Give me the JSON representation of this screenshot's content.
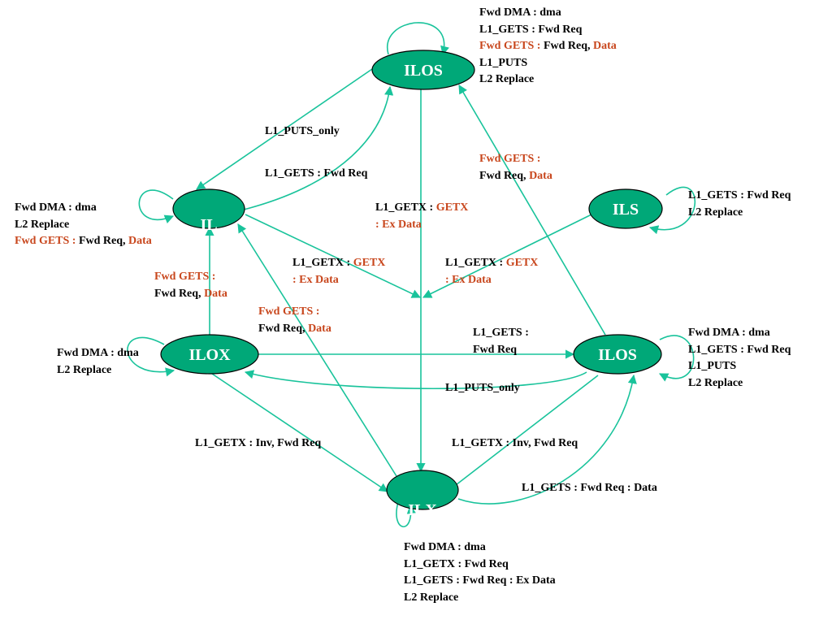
{
  "colors": {
    "node_fill": "#00a878",
    "edge": "#19c39b",
    "text": "#000000",
    "accent_text": "#c8461c",
    "background": "#ffffff"
  },
  "nodes": {
    "ilos_top": "ILOS",
    "il": "IL",
    "ils": "ILS",
    "ilox": "ILOX",
    "ilos_right": "ILOS",
    "ilx": "ILX"
  },
  "labels": {
    "ilos_top_self": [
      "Fwd DMA  : dma",
      "L1_GETS  : Fwd Req",
      "Fwd GETS : Fwd Req, Data",
      "L1_PUTS",
      "L2 Replace"
    ],
    "il_to_ilos_top": "L1_GETS : Fwd Req",
    "ilos_top_to_il": "L1_PUTS_only",
    "il_self": [
      "Fwd DMA  : dma",
      "L2 Replace",
      "Fwd GETS : Fwd Req, Data"
    ],
    "ilos_right_to_ilos_top": [
      "Fwd GETS :",
      "Fwd Req, Data"
    ],
    "ils_self": [
      "L1_GETS : Fwd Req",
      "L2 Replace"
    ],
    "ilos_top_to_ilx": [
      "L1_GETX : GETX",
      ": Ex Data"
    ],
    "il_to_ilx": [
      "L1_GETX : GETX",
      ": Ex Data"
    ],
    "ils_to_ilx": [
      "L1_GETX : GETX",
      ": Ex Data"
    ],
    "ilox_to_il": [
      "Fwd GETS :",
      "Fwd Req, Data"
    ],
    "ilx_to_il": [
      "Fwd GETS :",
      "Fwd Req, Data"
    ],
    "ilox_self": [
      "Fwd DMA : dma",
      "L2 Replace"
    ],
    "ilox_to_ilos_right": [
      "L1_GETS :",
      "Fwd Req"
    ],
    "ilos_right_to_ilox": "L1_PUTS_only",
    "ilos_right_self": [
      "Fwd DMA  : dma",
      "L1_GETS  : Fwd Req",
      "L1_PUTS",
      "L2 Replace"
    ],
    "ilox_to_ilx": "L1_GETX : Inv, Fwd Req",
    "ilos_right_to_ilx": "L1_GETX : Inv, Fwd Req",
    "ilx_to_ilos_right": "L1_GETS : Fwd Req : Data",
    "ilx_self": [
      "Fwd DMA  : dma",
      "L1_GETX  : Fwd Req",
      "L1_GETS  : Fwd Req : Ex Data",
      "L2 Replace"
    ]
  }
}
